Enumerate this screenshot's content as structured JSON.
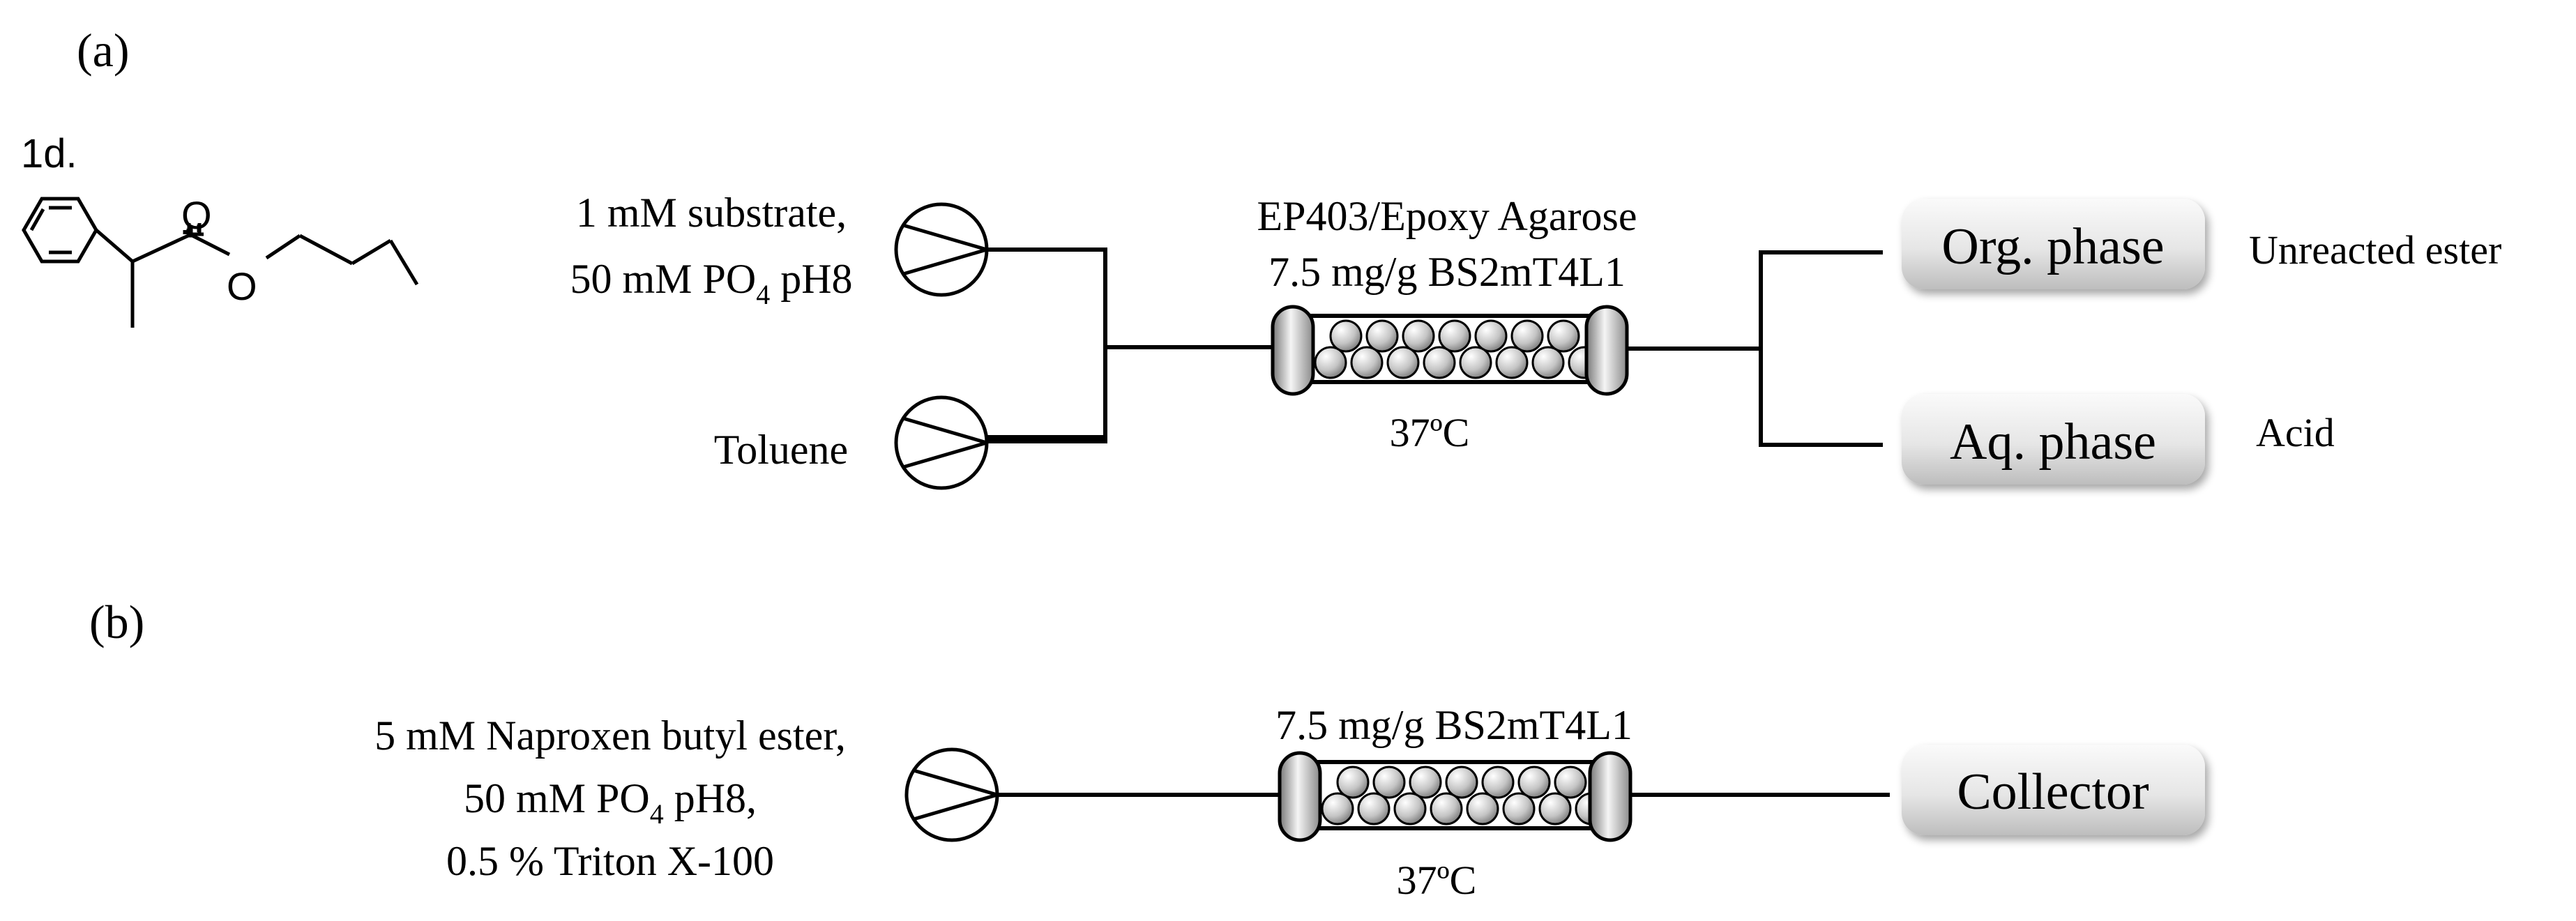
{
  "panel_a": {
    "label": "(a)",
    "compound_label": "1d.",
    "molecule_atoms": {
      "o_carbonyl": "O",
      "o_ester": "O"
    },
    "inlet1_line1": "1 mM substrate,",
    "inlet1_line2_pre": "50 mM PO",
    "inlet1_line2_sub": "4",
    "inlet1_line2_post": " pH8",
    "inlet2": "Toluene",
    "reactor_line1": "EP403/Epoxy Agarose",
    "reactor_line2": "7.5 mg/g BS2mT4L1",
    "temperature": "37ºC",
    "outlet1_box": "Org. phase",
    "outlet1_note": "Unreacted ester",
    "outlet2_box": "Aq. phase",
    "outlet2_note": "Acid"
  },
  "panel_b": {
    "label": "(b)",
    "inlet_line1": "5 mM Naproxen butyl ester,",
    "inlet_line2_pre": "50 mM PO",
    "inlet_line2_sub": "4",
    "inlet_line2_post": " pH8,",
    "inlet_line3": "0.5 % Triton X-100",
    "reactor_line1": "7.5 mg/g BS2mT4L1",
    "temperature": "37ºC",
    "outlet_box": "Collector"
  },
  "colors": {
    "ink": "#000000",
    "box_fill_light": "#f4f4f4",
    "box_fill_dark": "#c8c8c8",
    "bead_light": "#ffffff",
    "bead_dark": "#9a9a9a"
  }
}
